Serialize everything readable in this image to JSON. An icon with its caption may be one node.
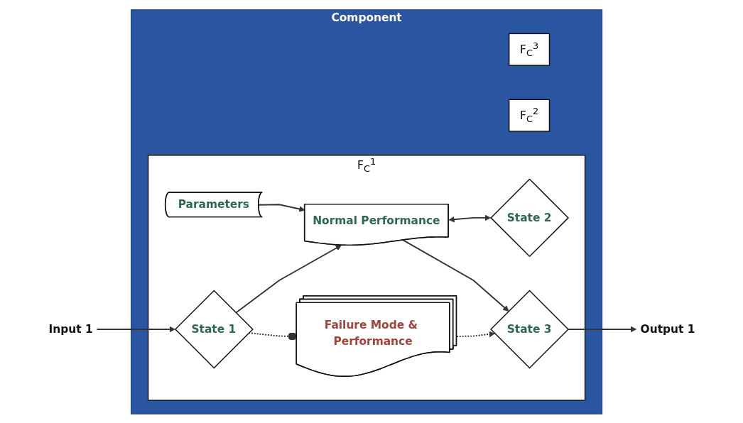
{
  "diagram": {
    "nodes": [
      {
        "text": [
          "Component"
        ]
      },
      {
        "text": [
          "F$_{C}$$^{1}$"
        ],
        "in": 0
      },
      {
        "text": [
          "F$_{C}$$^{2}$"
        ],
        "in": 0
      },
      {
        "text": [
          "F$_{C}$$^{3}$"
        ],
        "in": 0
      },
      {
        "text": [
          "Input 1"
        ]
      },
      {
        "text": [
          "State 1"
        ],
        "in": 1
      },
      {
        "text": [
          "Parameters"
        ],
        "in": 1
      },
      {
        "text": [
          "Normal Performance"
        ],
        "in": 1
      },
      {
        "text": [
          "State 2"
        ],
        "in": 1
      },
      {
        "text": [
          "State 3"
        ],
        "in": 1
      },
      {
        "text": [
          "Failure Mode & Performance"
        ],
        "in": 1
      },
      {
        "text": [
          "Output 1"
        ]
      }
    ],
    "edges": [
      {
        "from": 4,
        "to": 5,
        "arrow": "to"
      },
      {
        "from": 6,
        "to": 7,
        "arrow": "to"
      },
      {
        "from": 5,
        "to": 7,
        "arrow": "to"
      },
      {
        "from": 7,
        "to": 8,
        "arrow": "both"
      },
      {
        "from": 7,
        "to": 9,
        "arrow": "to"
      },
      {
        "from": 5,
        "to": 10,
        "arrow": "other",
        "style": "dashed"
      },
      {
        "from": 10,
        "to": 9,
        "arrow": "to",
        "style": "dashed"
      },
      {
        "from": 9,
        "to": 11,
        "arrow": "to"
      }
    ]
  }
}
